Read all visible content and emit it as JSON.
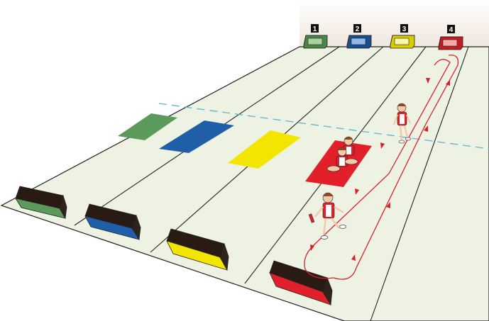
{
  "lanes": [
    {
      "number": "1",
      "color": "#5b9a5a",
      "name": "green"
    },
    {
      "number": "2",
      "color": "#1f5fa8",
      "name": "blue"
    },
    {
      "number": "3",
      "color": "#f2e600",
      "name": "yellow"
    },
    {
      "number": "4",
      "color": "#e2202c",
      "name": "red"
    }
  ],
  "colors": {
    "floor": "#eef2e2",
    "wall": "#f3ede6",
    "line": "#222222",
    "dashed": "#5ab4d8",
    "box_dark": "#2a1a14",
    "path": "#d8202a"
  }
}
